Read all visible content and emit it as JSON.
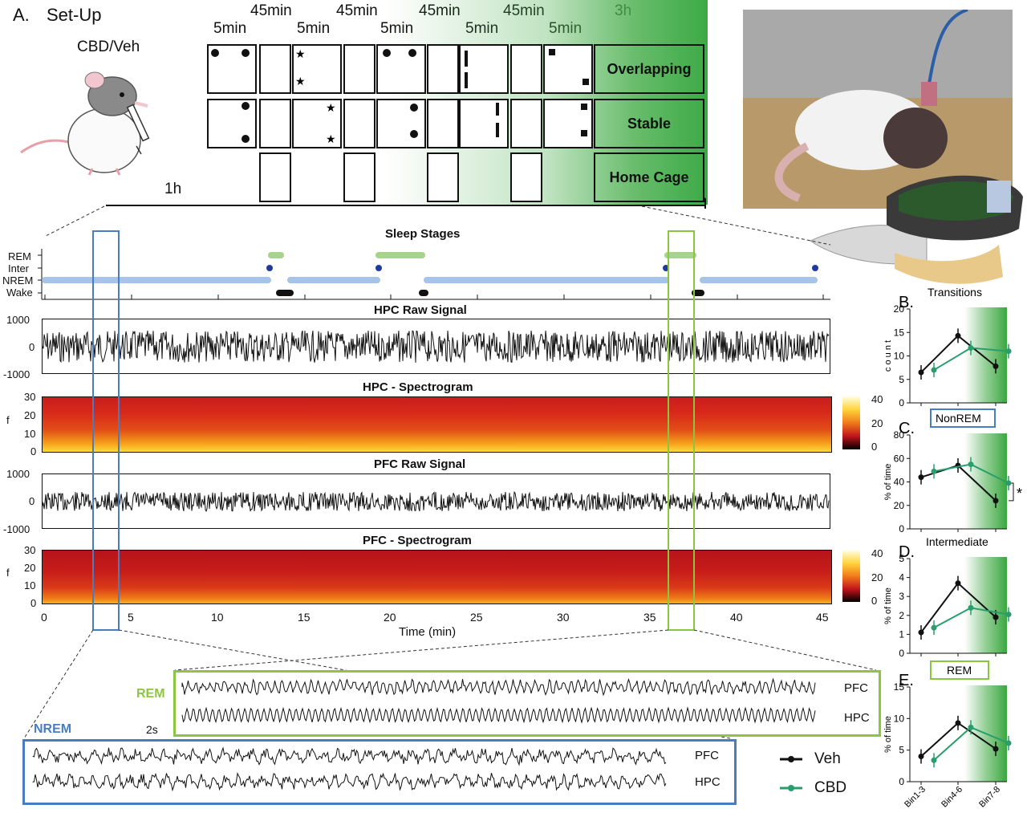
{
  "setup": {
    "panel_label": "A.",
    "title": "Set-Up",
    "treatment": "CBD/Veh",
    "long_gap": "1h",
    "timings_top": [
      "45min",
      "45min",
      "45min",
      "45min",
      "3h"
    ],
    "timings_bottom": [
      "5min",
      "5min",
      "5min",
      "5min",
      "5min"
    ],
    "rows": [
      "Overlapping",
      "Stable",
      "Home Cage"
    ]
  },
  "sleep": {
    "title": "Sleep Stages",
    "stages": [
      "REM",
      "Inter",
      "NREM",
      "Wake"
    ],
    "hpc_raw_title": "HPC Raw Signal",
    "hpc_spec_title": "HPC - Spectrogram",
    "pfc_raw_title": "PFC Raw Signal",
    "pfc_spec_title": "PFC - Spectrogram",
    "raw_ticks": [
      "1000",
      "0",
      "-1000"
    ],
    "freq_ticks": [
      "30",
      "20",
      "10",
      "0"
    ],
    "freq_label": "f",
    "colorbar_ticks": [
      "40",
      "20",
      "0"
    ],
    "time_ticks": [
      "0",
      "5",
      "10",
      "15",
      "20",
      "25",
      "30",
      "35",
      "40",
      "45"
    ],
    "time_label": "Time (min)"
  },
  "zoom": {
    "rem_label": "REM",
    "nrem_label": "NREM",
    "scale": "2s",
    "pfc": "PFC",
    "hpc": "HPC"
  },
  "legend": {
    "veh": "Veh",
    "cbd": "CBD"
  },
  "colors": {
    "veh": "#111111",
    "cbd": "#2a9d6f",
    "rem_box": "#8cc63f",
    "nrem_box": "#4a7cc0",
    "green_zone": "#4cb050"
  },
  "chart_data": [
    {
      "type": "line",
      "label": "B.",
      "title": "Transitions",
      "ylabel": "c o u n t",
      "ylim": [
        0,
        20
      ],
      "yticks": [
        "20",
        "15",
        "10",
        "5",
        "0"
      ],
      "categories": [
        "Bin1-3",
        "Bin4-6",
        "Bin7-8"
      ],
      "series": [
        {
          "name": "Veh",
          "values": [
            6.5,
            14.3,
            7.8
          ]
        },
        {
          "name": "CBD",
          "values": [
            7.0,
            11.7,
            11.0
          ]
        }
      ]
    },
    {
      "type": "line",
      "label": "C.",
      "title": "NonREM",
      "ylabel": "% of time",
      "ylim": [
        0,
        80
      ],
      "yticks": [
        "80",
        "60",
        "40",
        "20",
        "0"
      ],
      "categories": [
        "Bin1-3",
        "Bin4-6",
        "Bin7-8"
      ],
      "annotation": "*",
      "series": [
        {
          "name": "Veh",
          "values": [
            44,
            54,
            24
          ]
        },
        {
          "name": "CBD",
          "values": [
            49,
            55,
            39
          ]
        }
      ]
    },
    {
      "type": "line",
      "label": "D.",
      "title": "Intermediate",
      "ylabel": "% of time",
      "ylim": [
        0,
        5
      ],
      "yticks": [
        "5",
        "4",
        "3",
        "2",
        "1",
        "0"
      ],
      "categories": [
        "Bin1-3",
        "Bin4-6",
        "Bin7-8"
      ],
      "series": [
        {
          "name": "Veh",
          "values": [
            1.1,
            3.7,
            1.9
          ]
        },
        {
          "name": "CBD",
          "values": [
            1.35,
            2.4,
            2.05
          ]
        }
      ]
    },
    {
      "type": "line",
      "label": "E.",
      "title": "REM",
      "ylabel": "% of time",
      "ylim": [
        0,
        15
      ],
      "yticks": [
        "15",
        "10",
        "5",
        "0"
      ],
      "categories": [
        "Bin1-3",
        "Bin4-6",
        "Bin7-8"
      ],
      "series": [
        {
          "name": "Veh",
          "values": [
            4.0,
            9.3,
            5.2
          ]
        },
        {
          "name": "CBD",
          "values": [
            3.4,
            8.6,
            6.1
          ]
        }
      ]
    }
  ]
}
